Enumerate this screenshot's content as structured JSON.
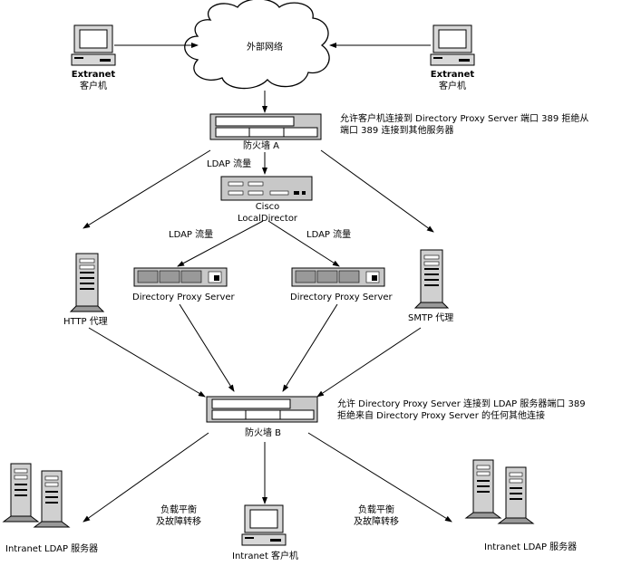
{
  "diagram": {
    "cloud_label": "外部网络",
    "extranet_left": {
      "line1": "Extranet",
      "line2": "客户机"
    },
    "extranet_right": {
      "line1": "Extranet",
      "line2": "客户机"
    },
    "firewall_a": {
      "label": "防火墙 A",
      "note_line1": "允许客户机连接到 Directory Proxy Server 端口 389 拒绝从",
      "note_line2": "端口 389 连接到其他服务器"
    },
    "ldap_traffic_1": "LDAP 流量",
    "cisco": {
      "line1": "Cisco",
      "line2": "LocalDirector"
    },
    "ldap_traffic_left": "LDAP 流量",
    "ldap_traffic_right": "LDAP 流量",
    "proxy_left": "Directory Proxy Server",
    "proxy_right": "Directory Proxy Server",
    "http_proxy": "HTTP  代理",
    "smtp_proxy": "SMTP  代理",
    "firewall_b": {
      "label": "防火墙 B",
      "note_line1": "允许 Directory Proxy Server 连接到 LDAP 服务器端口 389",
      "note_line2": "拒绝来自 Directory Proxy Server 的任何其他连接"
    },
    "lb_left": {
      "line1": "负载平衡",
      "line2": "及故障转移"
    },
    "lb_right": {
      "line1": "负载平衡",
      "line2": "及故障转移"
    },
    "intranet_ldap_left": "Intranet LDAP 服务器",
    "intranet_ldap_right": "Intranet LDAP 服务器",
    "intranet_client": "Intranet 客户机"
  }
}
